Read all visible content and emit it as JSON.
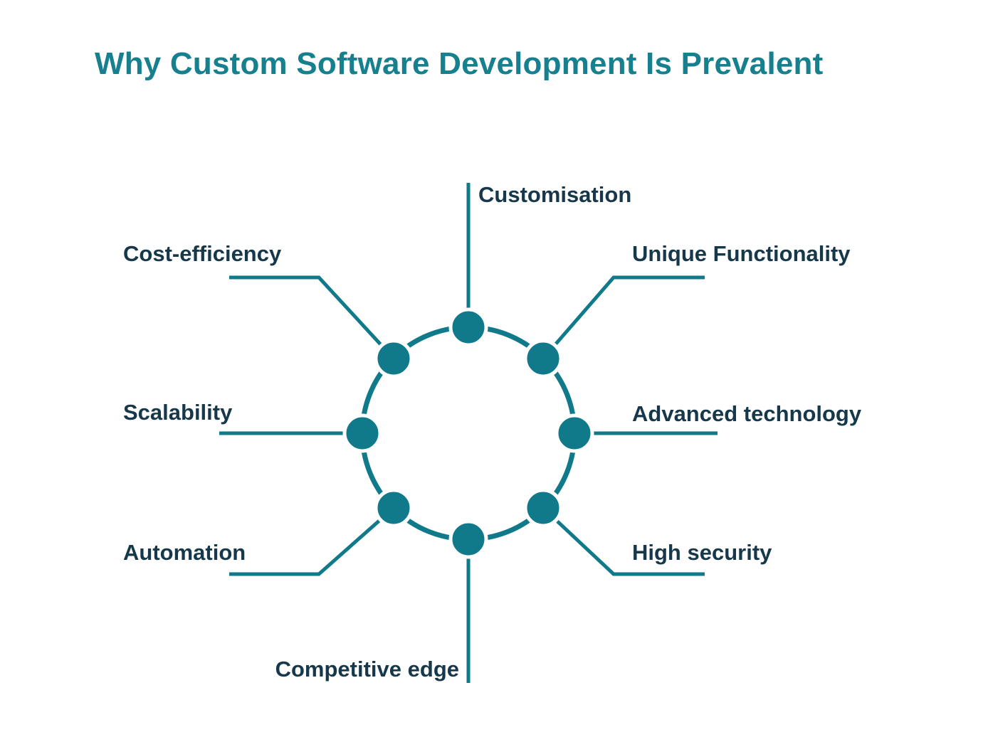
{
  "title": "Why Custom Software Development Is Prevalent",
  "colors": {
    "shape_teal": "#107A8A",
    "title_teal": "#17808E",
    "label_text": "#17384A",
    "background": "#FFFFFF"
  },
  "diagram": {
    "type": "cycle-diagram",
    "node_count": 8,
    "nodes": [
      {
        "id": "customisation",
        "label": "Customisation",
        "position": "top"
      },
      {
        "id": "unique-functionality",
        "label": "Unique Functionality",
        "position": "top-right"
      },
      {
        "id": "advanced-technology",
        "label": "Advanced technology",
        "position": "right"
      },
      {
        "id": "high-security",
        "label": "High security",
        "position": "bottom-right"
      },
      {
        "id": "competitive-edge",
        "label": "Competitive edge",
        "position": "bottom"
      },
      {
        "id": "automation",
        "label": "Automation",
        "position": "bottom-left"
      },
      {
        "id": "scalability",
        "label": "Scalability",
        "position": "left"
      },
      {
        "id": "cost-efficiency",
        "label": "Cost-efficiency",
        "position": "top-left"
      }
    ]
  }
}
